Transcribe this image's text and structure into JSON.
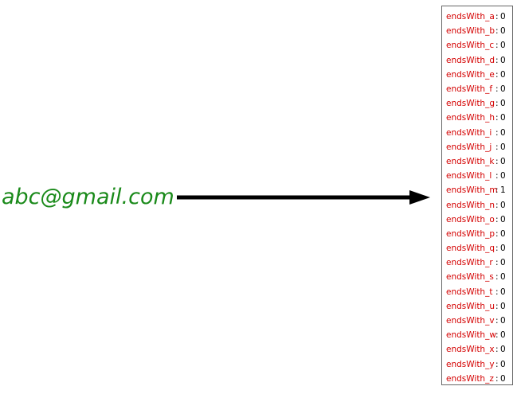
{
  "input": {
    "email": "abc@gmail.com"
  },
  "colors": {
    "input_text": "#1a8a1a",
    "feature_name": "#d40000",
    "value_text": "#000000",
    "arrow": "#000000",
    "box_border": "#666666"
  },
  "features": [
    {
      "name": "endsWith_a",
      "value": "0"
    },
    {
      "name": "endsWith_b",
      "value": "0"
    },
    {
      "name": "endsWith_c",
      "value": "0"
    },
    {
      "name": "endsWith_d",
      "value": "0"
    },
    {
      "name": "endsWith_e",
      "value": "0"
    },
    {
      "name": "endsWith_f",
      "value": "0"
    },
    {
      "name": "endsWith_g",
      "value": "0"
    },
    {
      "name": "endsWith_h",
      "value": "0"
    },
    {
      "name": "endsWith_i",
      "value": "0"
    },
    {
      "name": "endsWith_j",
      "value": "0"
    },
    {
      "name": "endsWith_k",
      "value": "0"
    },
    {
      "name": "endsWith_l",
      "value": "0"
    },
    {
      "name": "endsWith_m",
      "value": "1"
    },
    {
      "name": "endsWith_n",
      "value": "0"
    },
    {
      "name": "endsWith_o",
      "value": "0"
    },
    {
      "name": "endsWith_p",
      "value": "0"
    },
    {
      "name": "endsWith_q",
      "value": "0"
    },
    {
      "name": "endsWith_r",
      "value": "0"
    },
    {
      "name": "endsWith_s",
      "value": "0"
    },
    {
      "name": "endsWith_t",
      "value": "0"
    },
    {
      "name": "endsWith_u",
      "value": "0"
    },
    {
      "name": "endsWith_v",
      "value": "0"
    },
    {
      "name": "endsWith_w",
      "value": "0"
    },
    {
      "name": "endsWith_x",
      "value": "0"
    },
    {
      "name": "endsWith_y",
      "value": "0"
    },
    {
      "name": "endsWith_z",
      "value": "0"
    }
  ],
  "separator": ":"
}
